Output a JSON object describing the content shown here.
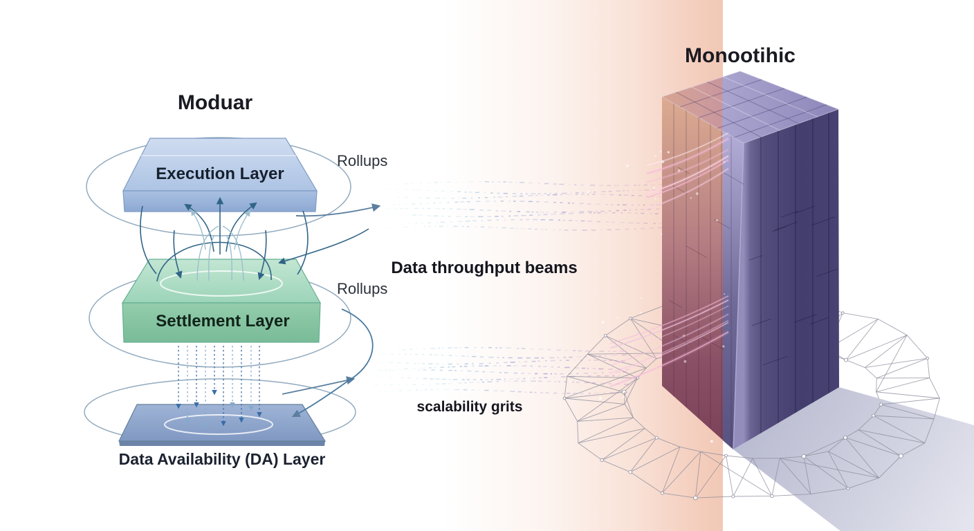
{
  "titles": {
    "left": "Moduar",
    "right": "Monootihic"
  },
  "layers": {
    "execution": "Execution Layer",
    "settlement": "Settlement Layer",
    "data_availability": "Data Availability (DA) Layer"
  },
  "labels": {
    "rollups_top": "Rollups",
    "rollups_bottom": "Rollups",
    "beams": "Data throughput beams",
    "grids": "scalability grits"
  },
  "colors": {
    "background_band": "#f3cdbb",
    "slab_execution": "#aec5e5",
    "slab_settlement": "#9cd4b9",
    "slab_da": "#8fa6cb",
    "arrow_dark": "#2f6486",
    "arrow_light": "#9dbfcd",
    "arrow_steel": "#5b7f9e",
    "dashed_dark": "#3a6ea8",
    "dashed_light": "#85a9cc",
    "tower_face_dark": "#454070",
    "tower_face_tinted": "#8a5065",
    "tower_top": "#a5a0cc",
    "shadow": "#b6b8cf",
    "mesh": "#8b8b9b",
    "beam_cyan": "#8fd6d6",
    "beam_blue": "#98a4da",
    "beam_pink": "#d79fc8"
  }
}
